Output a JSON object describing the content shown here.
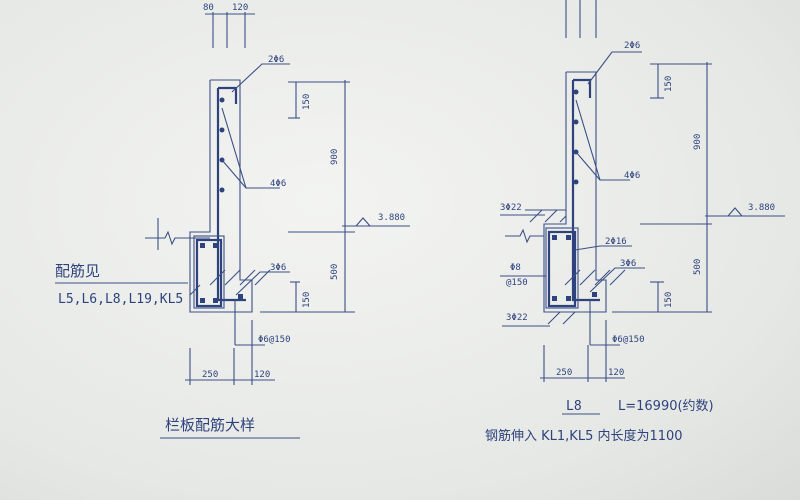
{
  "left_detail": {
    "top_dim_a": "80",
    "top_dim_b": "120",
    "rebar_top": "2Φ6",
    "rebar_mid": "4Φ6",
    "rebar_bottom": "3Φ6",
    "stirrup": "Φ6@150",
    "dim_150_top": "150",
    "dim_900": "900",
    "dim_500": "500",
    "dim_150_bottom": "150",
    "elevation": "3.880",
    "note_line1": "配筋见",
    "note_line2": "L5,L6,L8,L19,KL5",
    "dim_250": "250",
    "dim_120": "120",
    "title": "栏板配筋大样"
  },
  "right_detail": {
    "rebar_top": "2Φ6",
    "rebar_mid": "4Φ6",
    "rebar_side": "2Φ16",
    "rebar_bottom": "3Φ6",
    "rebar_top_beam": "3Φ22",
    "rebar_bottom_beam": "3Φ22",
    "stirrup_beam_a": "Φ8",
    "stirrup_beam_b": "@150",
    "stirrup": "Φ6@150",
    "dim_150_top": "150",
    "dim_900": "900",
    "dim_500": "500",
    "dim_150_bottom": "150",
    "elevation": "3.880",
    "dim_250": "250",
    "dim_120": "120",
    "label": "L8",
    "length_note": "L=16990(约数)",
    "note": "钢筋伸入 KL1,KL5 内长度为1100"
  }
}
